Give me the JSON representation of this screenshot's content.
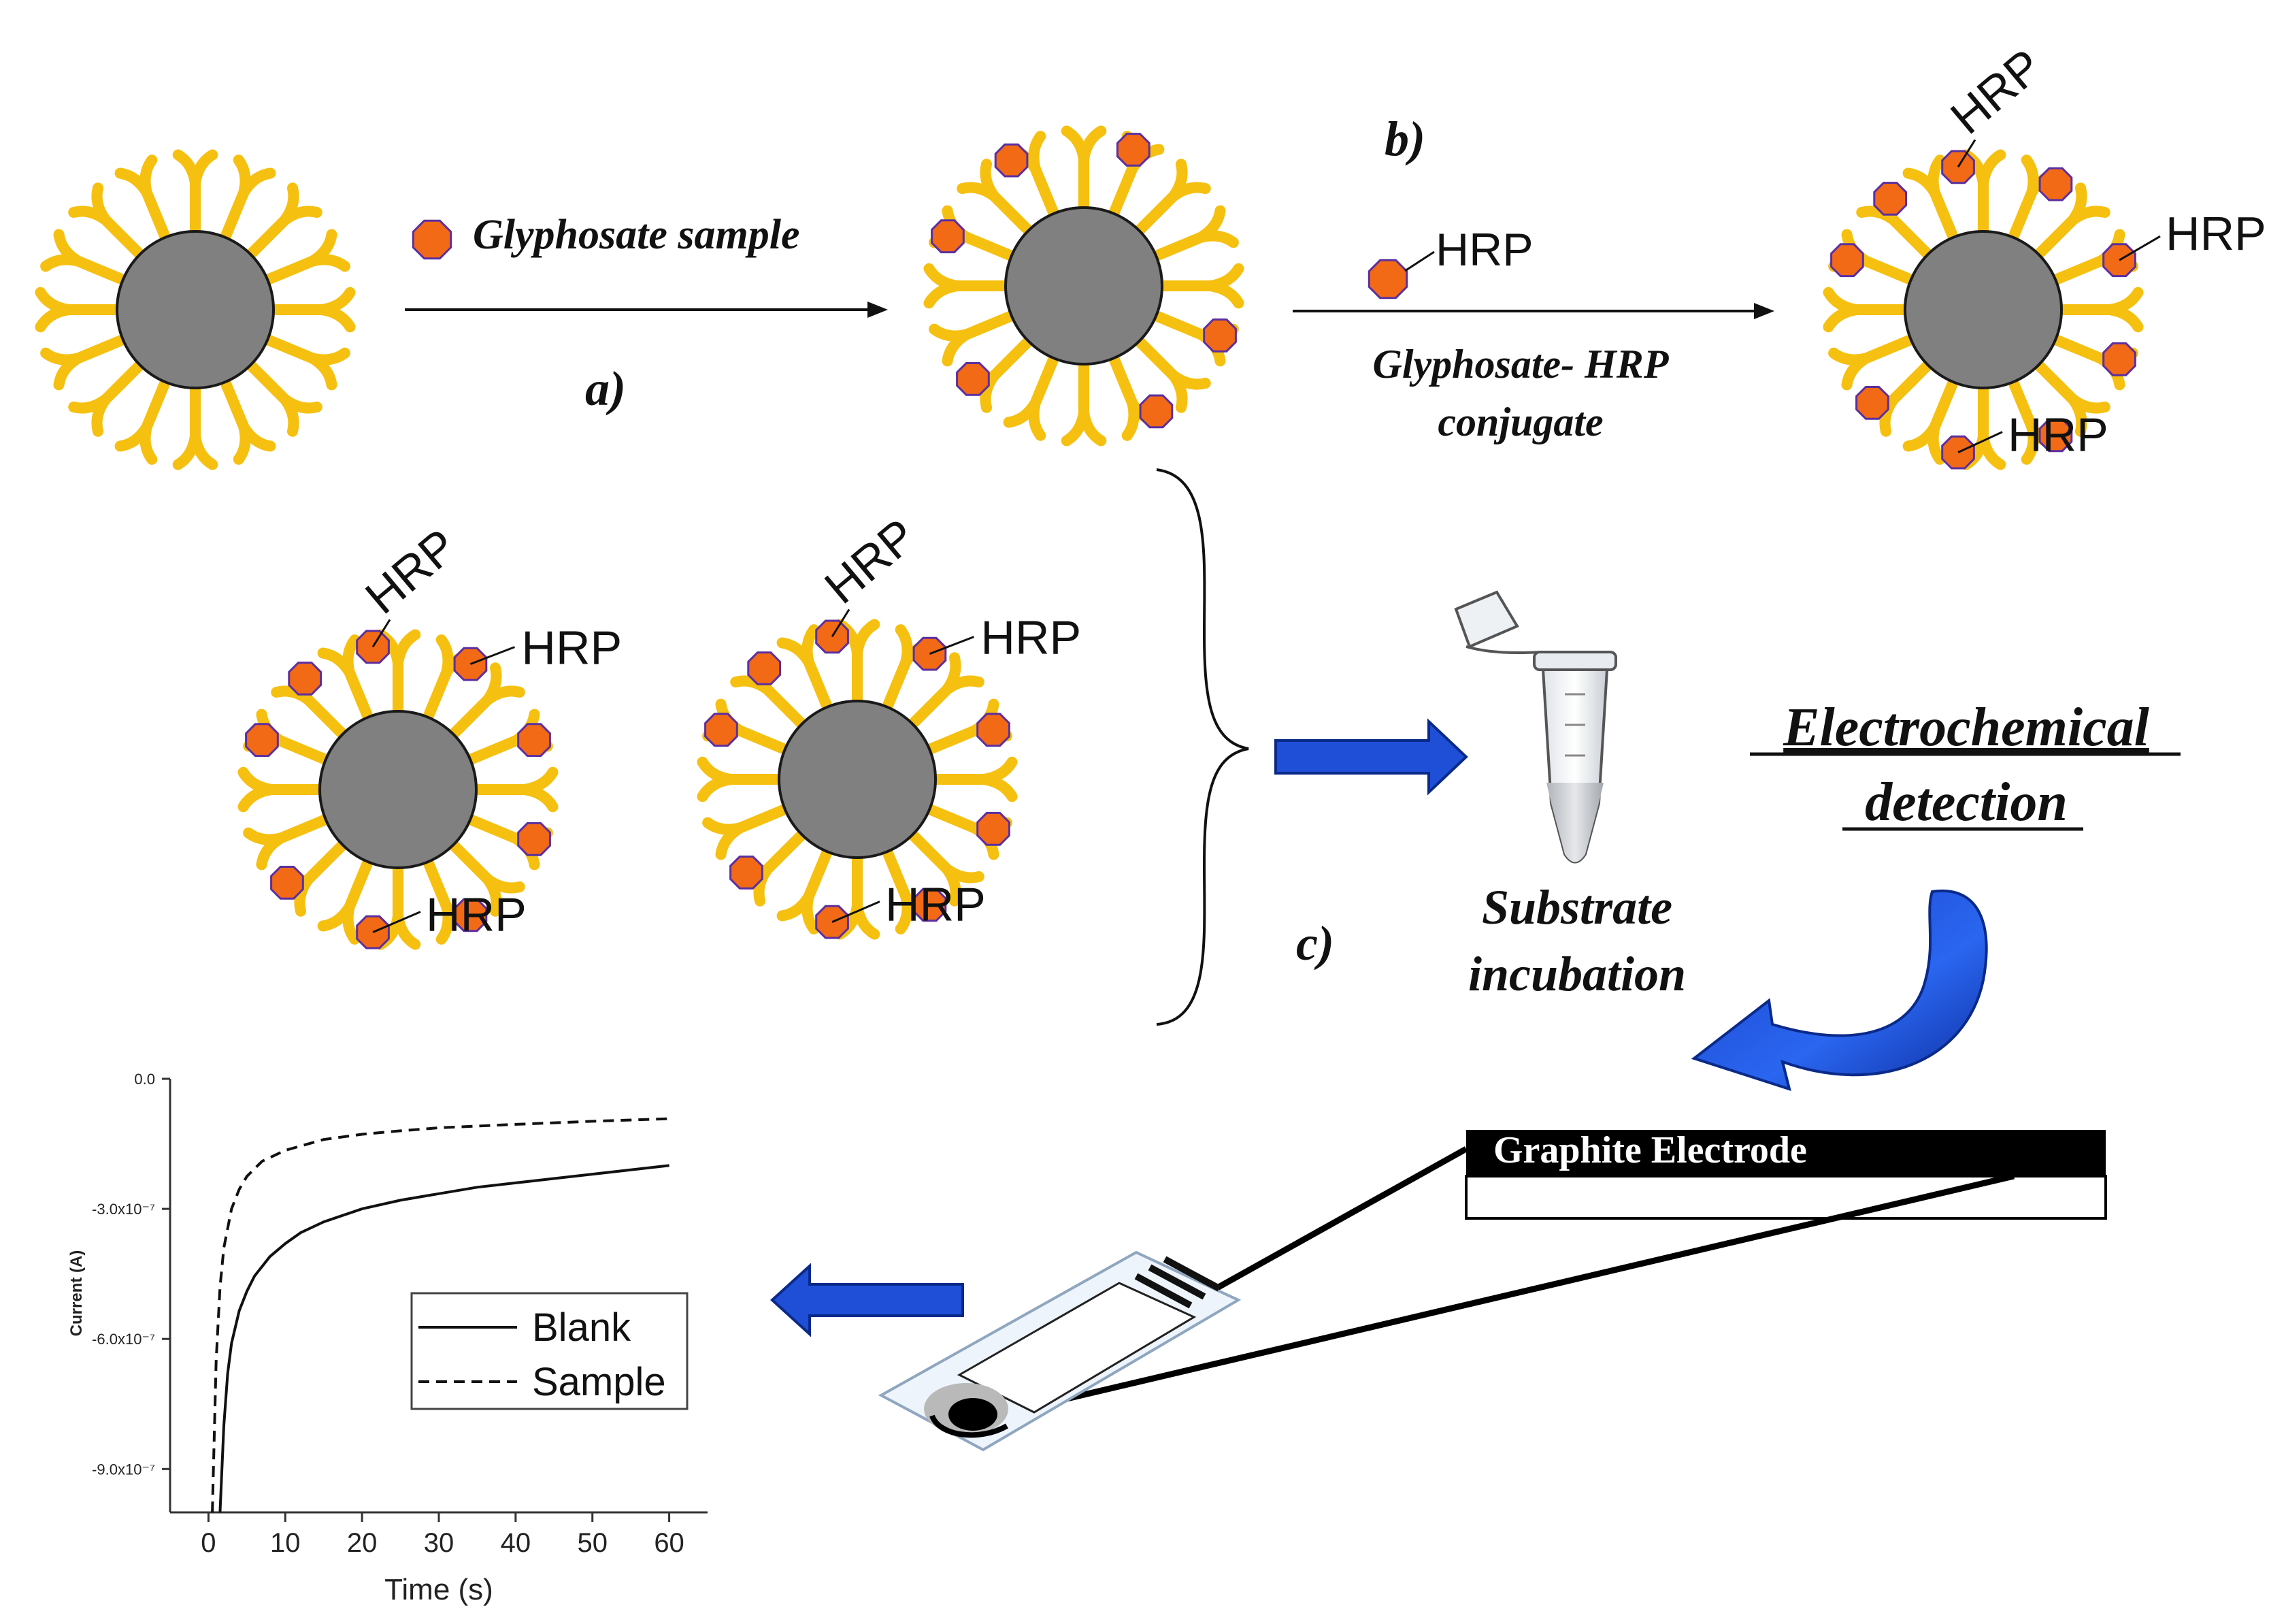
{
  "labels": {
    "step_a": "a)",
    "step_b": "b)",
    "step_c": "c)",
    "glyphosate_sample": "Glyphosate sample",
    "hrp": "HRP",
    "conjugate_line1": "Glyphosate- HRP",
    "conjugate_line2": "conjugate",
    "substrate_line1": "Substrate",
    "substrate_line2": "incubation",
    "electro_line1": "Electrochemical",
    "electro_line2": "detection",
    "graphite_electrode": "Graphite Electrode"
  },
  "colors": {
    "core": "#808080",
    "core_stroke": "#1a1a1a",
    "antibody": "#f5c010",
    "antigen_fill": "#f26a16",
    "antigen_stroke": "#5b2fa0",
    "blue_arrow": "#1f4fd6",
    "blue_arrow_dark": "#0a2a8a"
  },
  "chart_data": {
    "type": "line",
    "xlabel": "Time (s)",
    "ylabel": "Current (A)",
    "xlim": [
      -5,
      65
    ],
    "ylim": [
      -1e-06,
      0
    ],
    "x_ticks": [
      0,
      10,
      20,
      30,
      40,
      50,
      60
    ],
    "x_tick_labels": [
      "0",
      "10",
      "20",
      "30",
      "40",
      "50",
      "60"
    ],
    "y_ticks": [
      0,
      -3e-07,
      -6e-07,
      -9e-07
    ],
    "y_tick_labels": [
      "0.0",
      "-3.0x10⁻⁷",
      "-6.0x10⁻⁷",
      "-9.0x10⁻⁷"
    ],
    "legend": "center-right",
    "series": [
      {
        "name": "Blank",
        "style": "solid",
        "x": [
          1.5,
          2,
          2.5,
          3,
          4,
          5,
          6,
          8,
          10,
          12,
          15,
          20,
          25,
          30,
          35,
          40,
          45,
          50,
          55,
          60
        ],
        "y": [
          -1e-06,
          -8e-07,
          -6.8e-07,
          -6.1e-07,
          -5.35e-07,
          -4.9e-07,
          -4.55e-07,
          -4.1e-07,
          -3.8e-07,
          -3.55e-07,
          -3.3e-07,
          -3e-07,
          -2.8e-07,
          -2.65e-07,
          -2.5e-07,
          -2.4e-07,
          -2.3e-07,
          -2.2e-07,
          -2.1e-07,
          -2e-07
        ]
      },
      {
        "name": "Sample",
        "style": "dashed",
        "x": [
          0.5,
          1,
          1.5,
          2,
          3,
          4,
          5,
          7,
          10,
          15,
          20,
          25,
          30,
          40,
          50,
          60
        ],
        "y": [
          -1e-06,
          -6.5e-07,
          -4.8e-07,
          -3.9e-07,
          -3e-07,
          -2.55e-07,
          -2.25e-07,
          -1.9e-07,
          -1.65e-07,
          -1.4e-07,
          -1.28e-07,
          -1.2e-07,
          -1.13e-07,
          -1.05e-07,
          -9.8e-08,
          -9.2e-08
        ]
      }
    ]
  }
}
